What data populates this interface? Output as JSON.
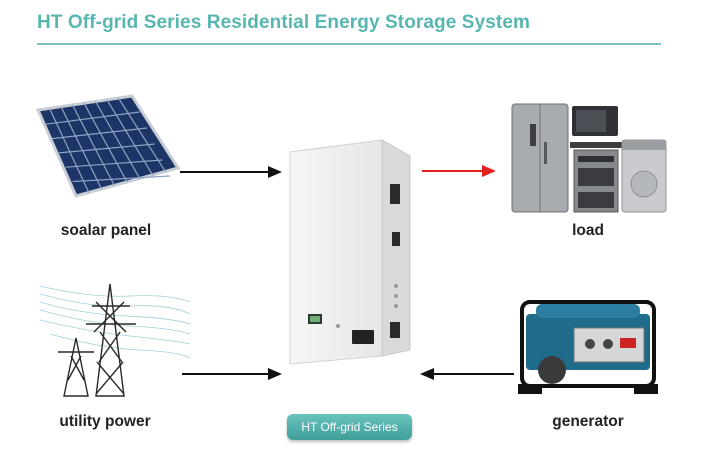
{
  "title": "HT Off-grid Series Residential Energy Storage System",
  "nodes": {
    "solar": {
      "label": "soalar panel"
    },
    "utility": {
      "label": "utility power"
    },
    "load": {
      "label": "load"
    },
    "generator": {
      "label": "generator"
    },
    "storage": {
      "badge": "HT Off-grid Series"
    }
  },
  "colors": {
    "title": "#58b6b0",
    "flow_in": "#111111",
    "flow_out": "#e0231f",
    "badge": "#4fb0aa"
  },
  "icons": [
    "solar-panel-icon",
    "power-tower-icon",
    "battery-unit-icon",
    "appliances-icon",
    "generator-icon",
    "arrow-icon"
  ]
}
